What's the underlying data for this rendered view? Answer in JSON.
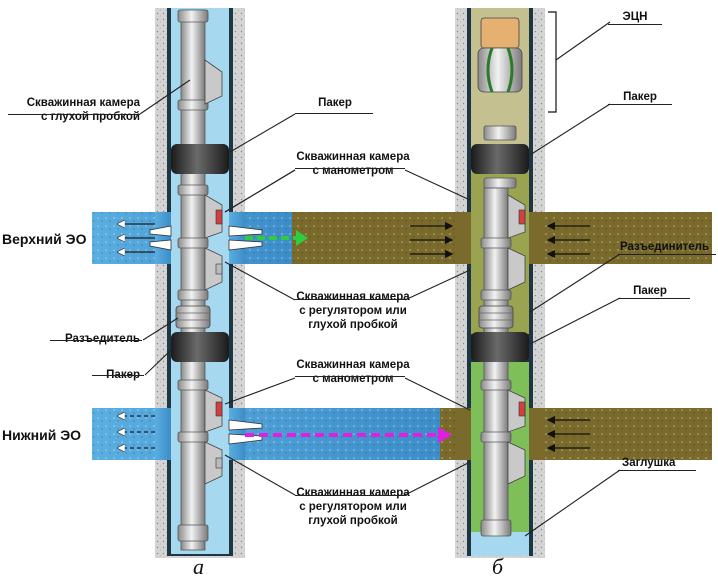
{
  "labels": {
    "camera_blind_plug": [
      "Скважинная камера",
      "с глухой пробкой"
    ],
    "packer": "Пакер",
    "camera_manometer": [
      "Скважинная камера",
      "с манометром"
    ],
    "upper_eo": "Верхний ЭО",
    "camera_regulator": [
      "Скважинная камера",
      "с регулятором или",
      "глухой пробкой"
    ],
    "disconnector": "Разъедитель",
    "lower_eo": "Нижний ЭО",
    "ecn": "ЭЦН",
    "disconnector_right": "Разъединитель",
    "plug": "Заглушка"
  },
  "captions": {
    "left": "а",
    "right": "б"
  },
  "colors": {
    "casing": "#d8d8d8",
    "tubing_wall": "#1e3a4a",
    "water": "#9ed4ee",
    "water_zone": "#4f9fd8",
    "oil_zone": "#7a6a2a",
    "oil_column": "#9aa64a",
    "green_column": "#7fbf5a",
    "packer": "#2a2a2a",
    "flow_green": "#2ecc40",
    "flow_magenta": "#e020e0"
  }
}
